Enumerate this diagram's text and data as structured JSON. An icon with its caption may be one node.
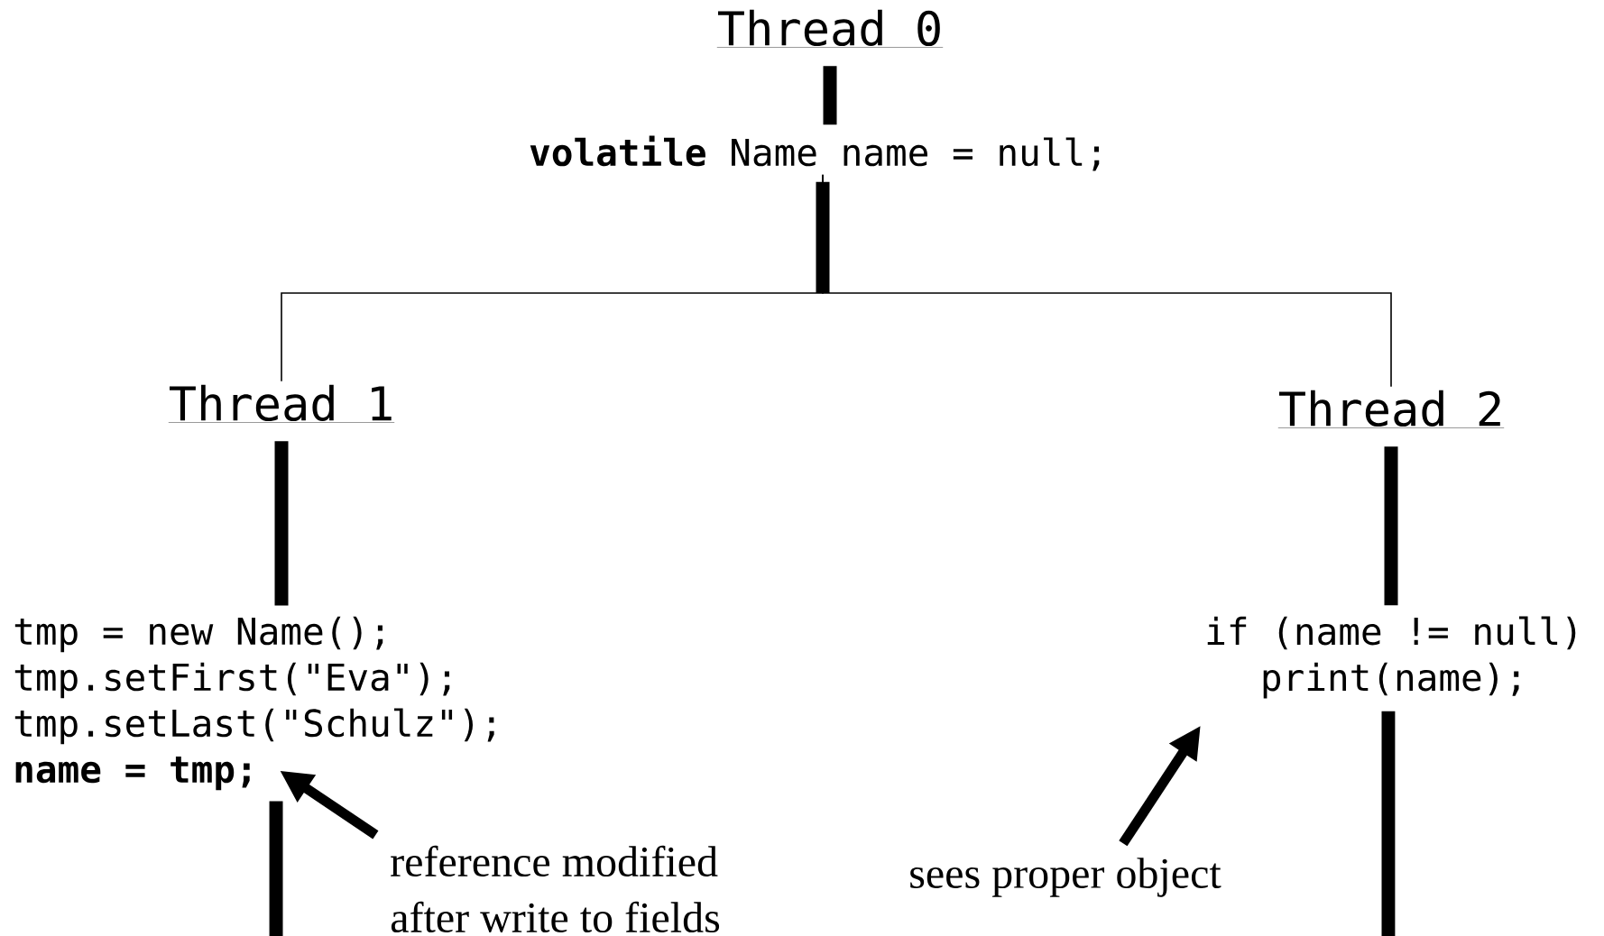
{
  "diagram": {
    "nodes": [
      {
        "text": [
          "Thread 0"
        ]
      },
      {
        "text": [
          "**volatile** Name name = null;"
        ]
      },
      {
        "text": [
          "Thread 1"
        ]
      },
      {
        "text": [
          "tmp = new Name();",
          "tmp.setFirst(\"Eva\");",
          "tmp.setLast(\"Schulz\");",
          "name = tmp;"
        ]
      },
      {
        "text": [
          "reference modified after write to fields"
        ]
      },
      {
        "text": [
          "Thread 2"
        ]
      },
      {
        "text": [
          "if (name != null)",
          "print(name);"
        ]
      },
      {
        "text": [
          "sees proper object"
        ]
      }
    ],
    "edges": [
      {
        "from": 0,
        "to": 1,
        "arrow": "none"
      },
      {
        "from": 1,
        "to": 2,
        "arrow": "none"
      },
      {
        "from": 1,
        "to": 5,
        "arrow": "none"
      },
      {
        "from": 2,
        "to": 3,
        "arrow": "none"
      },
      {
        "from": 3,
        "to": null,
        "arrow": "none"
      },
      {
        "from": 4,
        "to": 3,
        "arrow": "to"
      },
      {
        "from": 5,
        "to": 6,
        "arrow": "none"
      },
      {
        "from": 6,
        "to": null,
        "arrow": "none"
      },
      {
        "from": 7,
        "to": 6,
        "arrow": "to"
      }
    ]
  }
}
